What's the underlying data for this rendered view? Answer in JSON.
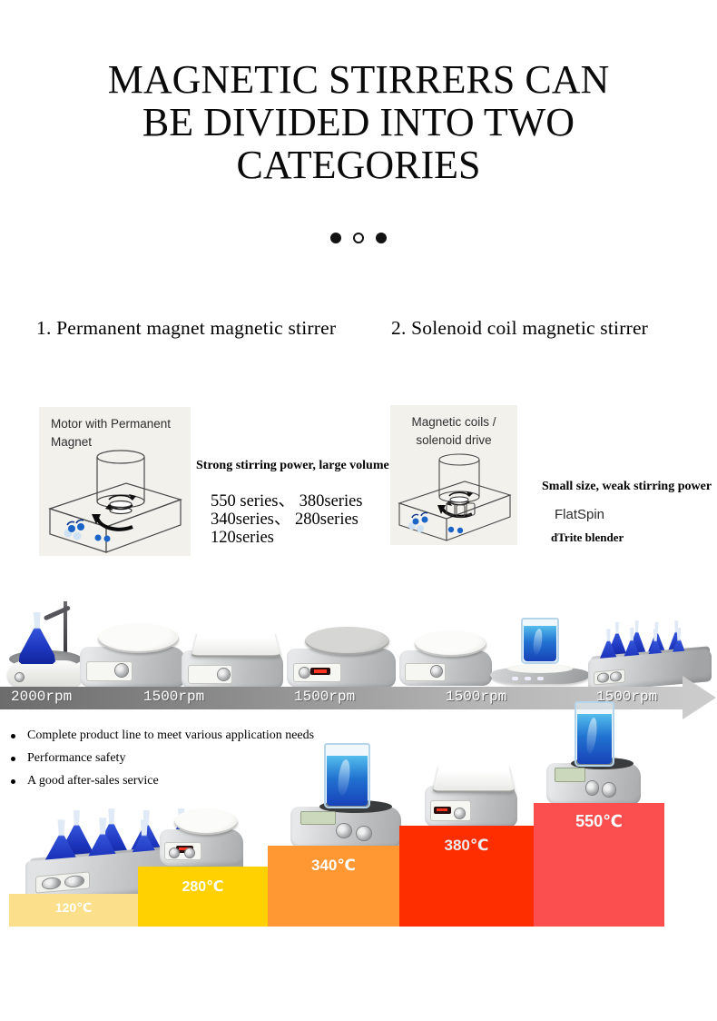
{
  "header": {
    "title_lines": [
      "MAGNETIC STIRRERS CAN",
      "BE DIVIDED INTO TWO",
      "CATEGORIES"
    ]
  },
  "carousel": {
    "dots": [
      "filled",
      "hollow",
      "filled"
    ]
  },
  "sections": {
    "permanent": {
      "heading": "1. Permanent magnet magnetic stirrer",
      "diagram_label": "Motor with Permanent\nMagnet",
      "feature": "Strong stirring power, large volume",
      "series": [
        "550 series、 380series",
        "340series、 280series",
        "120series"
      ]
    },
    "solenoid": {
      "heading": "2. Solenoid coil magnetic stirrer",
      "diagram_label": "Magnetic coils /\nsolenoid drive",
      "feature": "Small size, weak stirring power",
      "models": [
        "FlatSpin",
        "dTrite blender"
      ]
    }
  },
  "speed_line": {
    "labels": [
      "2000rpm",
      "1500rpm",
      "1500rpm",
      "1500rpm",
      "1500rpm"
    ],
    "products": [
      "mini-stirrer-with-flask-and-stand",
      "round-plate-stirrer",
      "square-plate-stirrer",
      "digital-round-plate-stirrer",
      "round-plate-stirrer",
      "flat-plate-stirrer-with-beaker",
      "multi-position-stirrer-with-flasks"
    ]
  },
  "bullets": [
    "Complete product line to meet various application needs",
    "Performance safety",
    "A good after-sales service"
  ],
  "chart_data": {
    "type": "bar",
    "categories": [
      "120℃",
      "280℃",
      "340℃",
      "380℃",
      "550℃"
    ],
    "values": [
      120,
      280,
      340,
      380,
      550
    ],
    "unit": "℃",
    "bar_colors": [
      "#fbdf8a",
      "#ffd100",
      "#ff9833",
      "#ff2e00",
      "#fb4f4f"
    ],
    "label_color": "#ffffff",
    "legend_position": "none",
    "note": "stepped max-temperature ladder, bars share common baseline"
  }
}
